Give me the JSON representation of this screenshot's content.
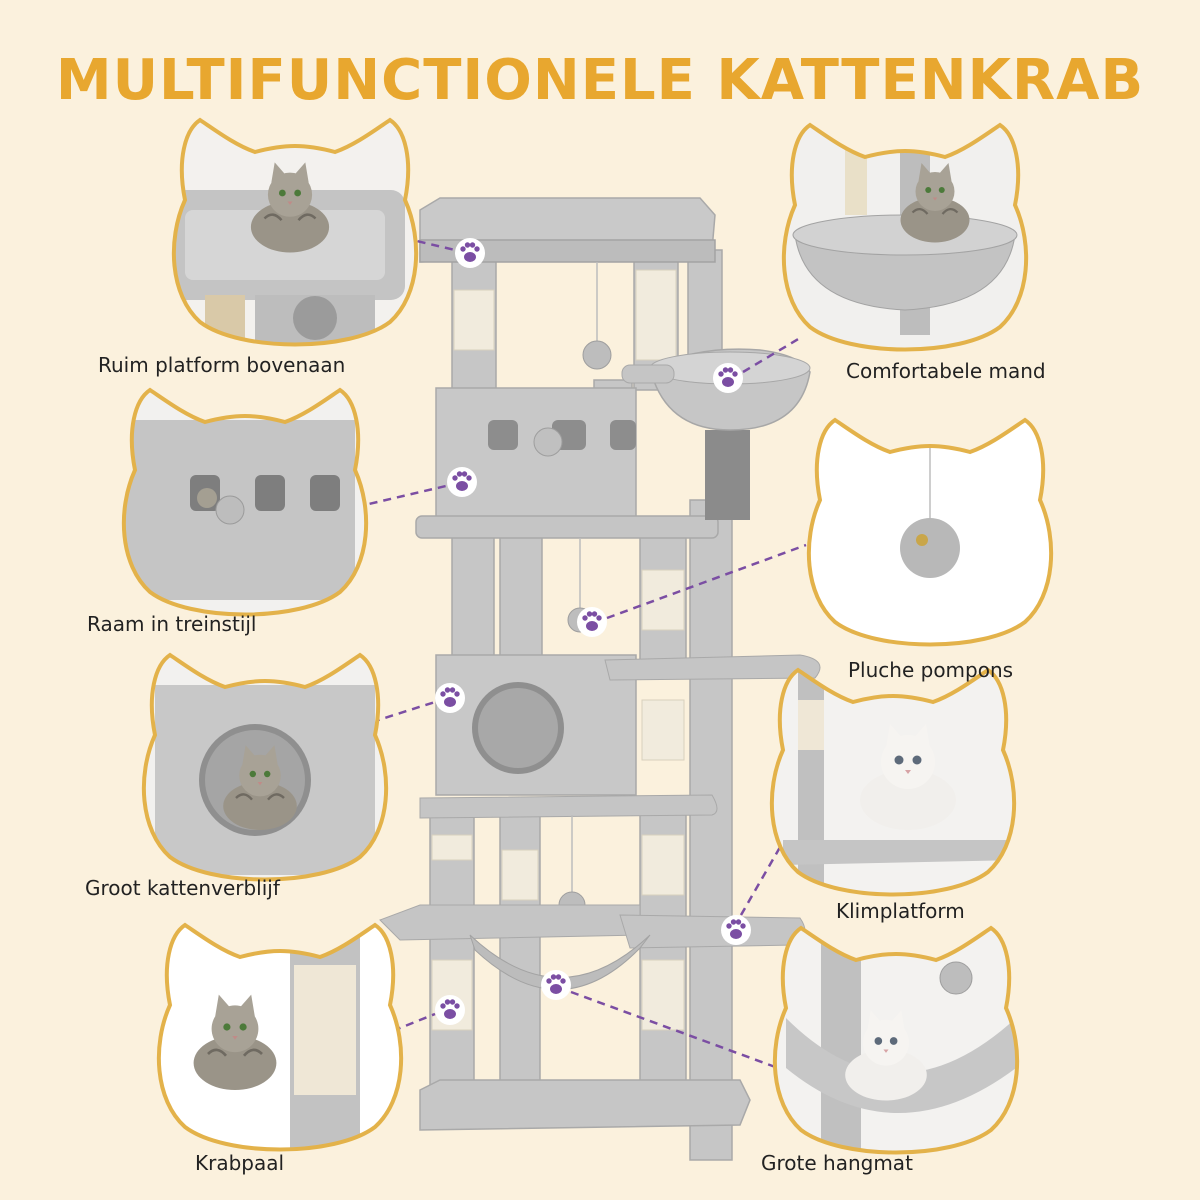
{
  "title": "MULTIFUNCTIONELE KATTENKRAB",
  "accent_color": "#e8a72f",
  "connector_color": "#7b4ea3",
  "features": {
    "top_platform": "Ruim platform bovenaan",
    "basket": "Comfortabele mand",
    "train_window": "Raam in treinstijl",
    "pompons": "Pluche pompons",
    "condo": "Groot kattenverblijf",
    "climb_platform": "Klimplatform",
    "scratch_post": "Krabpaal",
    "hammock": "Grote hangmat"
  },
  "icons": [
    "paw-icon",
    "cat-head-frame"
  ]
}
